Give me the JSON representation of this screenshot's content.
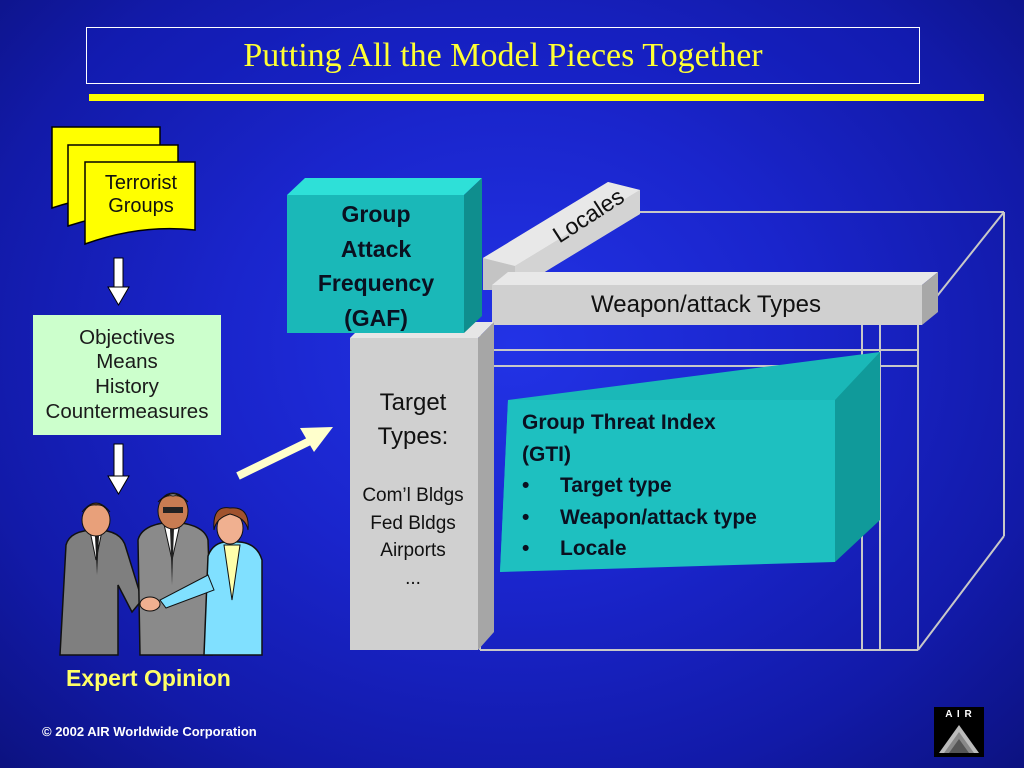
{
  "title": "Putting All the Model Pieces Together",
  "terrorist_groups": {
    "line1": "Terrorist",
    "line2": "Groups"
  },
  "objectives": [
    "Objectives",
    "Means",
    "History",
    "Countermeasures"
  ],
  "expert_opinion": "Expert Opinion",
  "gaf": {
    "line1": "Group",
    "line2": "Attack",
    "line3": "Frequency",
    "line4": "(GAF)"
  },
  "locales": "Locales",
  "weapon_types": "Weapon/attack Types",
  "target_types": {
    "line1": "Target",
    "line2": "Types:",
    "items": [
      "Com’l Bldgs",
      "Fed Bldgs",
      "Airports",
      "..."
    ]
  },
  "gti": {
    "line1": "Group Threat Index",
    "line2": "(GTI)",
    "bullets": [
      "Target type",
      "Weapon/attack type",
      "Locale"
    ]
  },
  "copyright": "© 2002 AIR Worldwide Corporation",
  "logo_letters": "A I R",
  "colors": {
    "background": "#1a25cc",
    "title_text": "#ffff33",
    "rule": "#ffff00",
    "document": "#ffff00",
    "objectives_box": "#ccffcc",
    "teal": "#1ab8b8",
    "gray_block": "#cfcfcf",
    "expert_text": "#ffff66"
  }
}
